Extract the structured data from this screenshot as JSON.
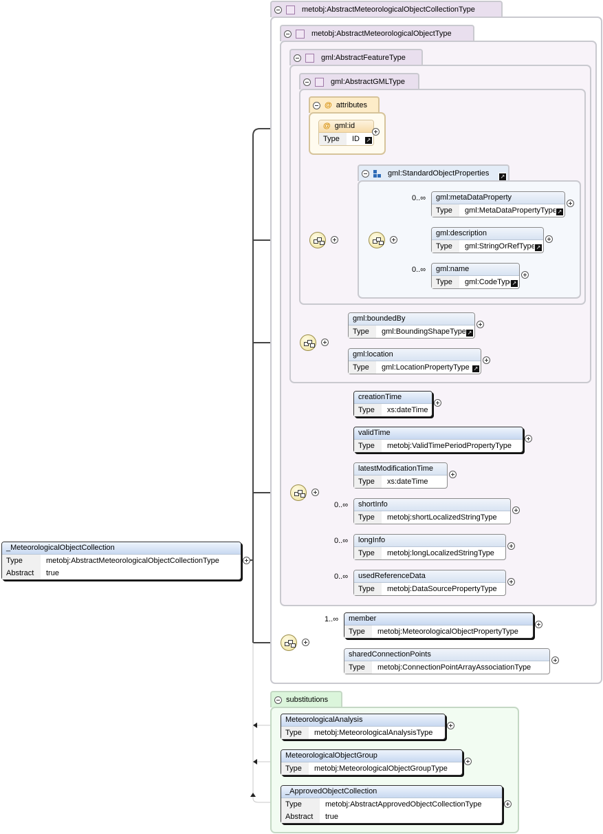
{
  "outer_type": "metobj:AbstractMeteorologicalObjectCollectionType",
  "mo_type": "metobj:AbstractMeteorologicalObjectType",
  "feature_type": "gml:AbstractFeatureType",
  "gml_type": "gml:AbstractGMLType",
  "attributes_label": "attributes",
  "id_attr": {
    "name": "gml:id",
    "type_label": "Type",
    "type": "ID"
  },
  "std_props": {
    "title": "gml:StandardObjectProperties",
    "items": [
      {
        "name": "gml:metaDataProperty",
        "type": "gml:MetaDataPropertyType",
        "occ": "0..∞"
      },
      {
        "name": "gml:description",
        "type": "gml:StringOrRefType",
        "occ": ""
      },
      {
        "name": "gml:name",
        "type": "gml:CodeType",
        "occ": "0..∞"
      }
    ]
  },
  "feature_items": [
    {
      "name": "gml:boundedBy",
      "type": "gml:BoundingShapeType"
    },
    {
      "name": "gml:location",
      "type": "gml:LocationPropertyType"
    }
  ],
  "mo_items": [
    {
      "name": "creationTime",
      "type": "xs:dateTime",
      "occ": ""
    },
    {
      "name": "validTime",
      "type": "metobj:ValidTimePeriodPropertyType",
      "occ": ""
    },
    {
      "name": "latestModificationTime",
      "type": "xs:dateTime",
      "occ": ""
    },
    {
      "name": "shortInfo",
      "type": "metobj:shortLocalizedStringType",
      "occ": "0..∞"
    },
    {
      "name": "longInfo",
      "type": "metobj:longLocalizedStringType",
      "occ": "0..∞"
    },
    {
      "name": "usedReferenceData",
      "type": "metobj:DataSourcePropertyType",
      "occ": "0..∞"
    }
  ],
  "coll_items": [
    {
      "name": "member",
      "type": "metobj:MeteorologicalObjectPropertyType",
      "occ": "1..∞"
    },
    {
      "name": "sharedConnectionPoints",
      "type": "metobj:ConnectionPointArrayAssociationType",
      "occ": ""
    }
  ],
  "root": {
    "name": "_MeteorologicalObjectCollection",
    "type": "metobj:AbstractMeteorologicalObjectCollectionType",
    "abstract": "true"
  },
  "labels": {
    "type": "Type",
    "abstract": "Abstract"
  },
  "substitutions_label": "substitutions",
  "substitutions": [
    {
      "name": "MeteorologicalAnalysis",
      "type": "metobj:MeteorologicalAnalysisType"
    },
    {
      "name": "MeteorologicalObjectGroup",
      "type": "metobj:MeteorologicalObjectGroupType"
    },
    {
      "name": "_ApprovedObjectCollection",
      "type": "metobj:AbstractApprovedObjectCollectionType",
      "abstract": "true"
    }
  ]
}
